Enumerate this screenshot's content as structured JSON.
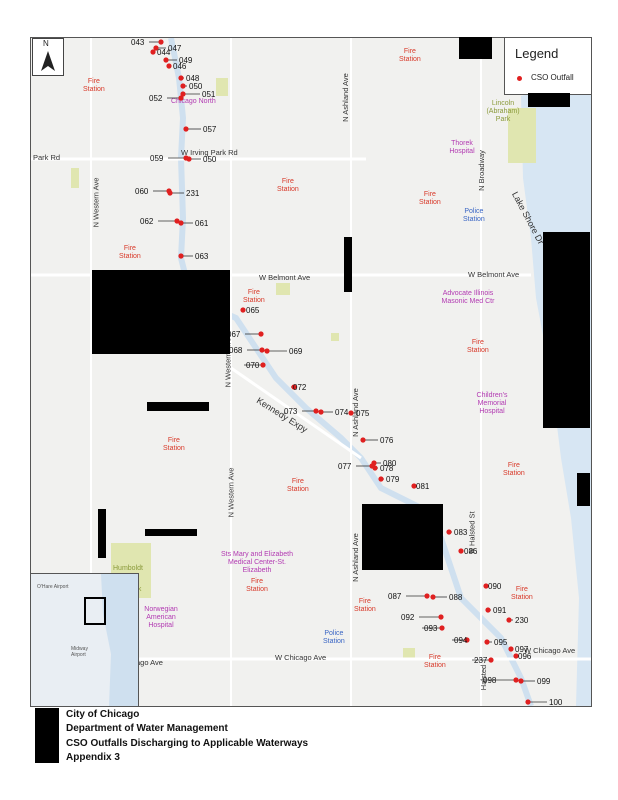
{
  "legend": {
    "title": "Legend",
    "item": "CSO Outfall"
  },
  "north_label": "N",
  "footer": {
    "line1": "City of Chicago",
    "line2": "Department of Water Management",
    "line3": "CSO Outfalls Discharging to Applicable Waterways",
    "line4": "Appendix 3"
  },
  "places": {
    "fire_label_1": "Fire",
    "fire_label_2": "Station",
    "police_label_1": "Police",
    "police_label_2": "Station",
    "lincoln_park": "Lincoln (Abraham) Park",
    "thorek": "Thorek Hospital",
    "advocate": "Advocate Illinois Masonic Med Ctr",
    "childrens": "Children's Memorial Hospital",
    "stmary": "Sts Mary and Elizabeth Medical Center-St. Elizabeth",
    "norwegian": "Norwegian American Hospital",
    "chicago_north": "Chicago North",
    "humboldt": "Humboldt",
    "park": "Park",
    "midway": "Midway Airport",
    "ohare": "O'Hare Airport"
  },
  "streets": {
    "irving": "W Irving Park Rd",
    "park_rd": "Park Rd",
    "belmont1": "W Belmont Ave",
    "belmont2": "W Belmont Ave",
    "chicago1": "W Chicago Ave",
    "chicago2": "W Chicago Ave",
    "kennedy": "Kennedy Expy",
    "lakeshore": "Lake Shore Dr",
    "western1": "N Western Ave",
    "western2": "N Western Ave",
    "western3": "N Western Ave",
    "ashland1": "N Ashland Ave",
    "ashland2": "N Ashland Ave",
    "ashland3": "N Ashland Ave",
    "broadway": "N Broadway",
    "halsted": "N Halsted St",
    "halsted2": "Halsted",
    "chicago3": "Chicago Ave"
  },
  "outfalls": [
    "043",
    "047",
    "044",
    "049",
    "046",
    "048",
    "050",
    "051",
    "052",
    "057",
    "059",
    "050",
    "060",
    "231",
    "062",
    "061",
    "063",
    "065",
    "067",
    "068",
    "069",
    "072",
    "070",
    "073",
    "074",
    "075",
    "076",
    "080",
    "077",
    "078",
    "079",
    "081",
    "083",
    "086",
    "087",
    "088",
    "090",
    "091",
    "230",
    "092",
    "093",
    "094",
    "095",
    "097",
    "096",
    "237",
    "098",
    "099",
    "100"
  ]
}
